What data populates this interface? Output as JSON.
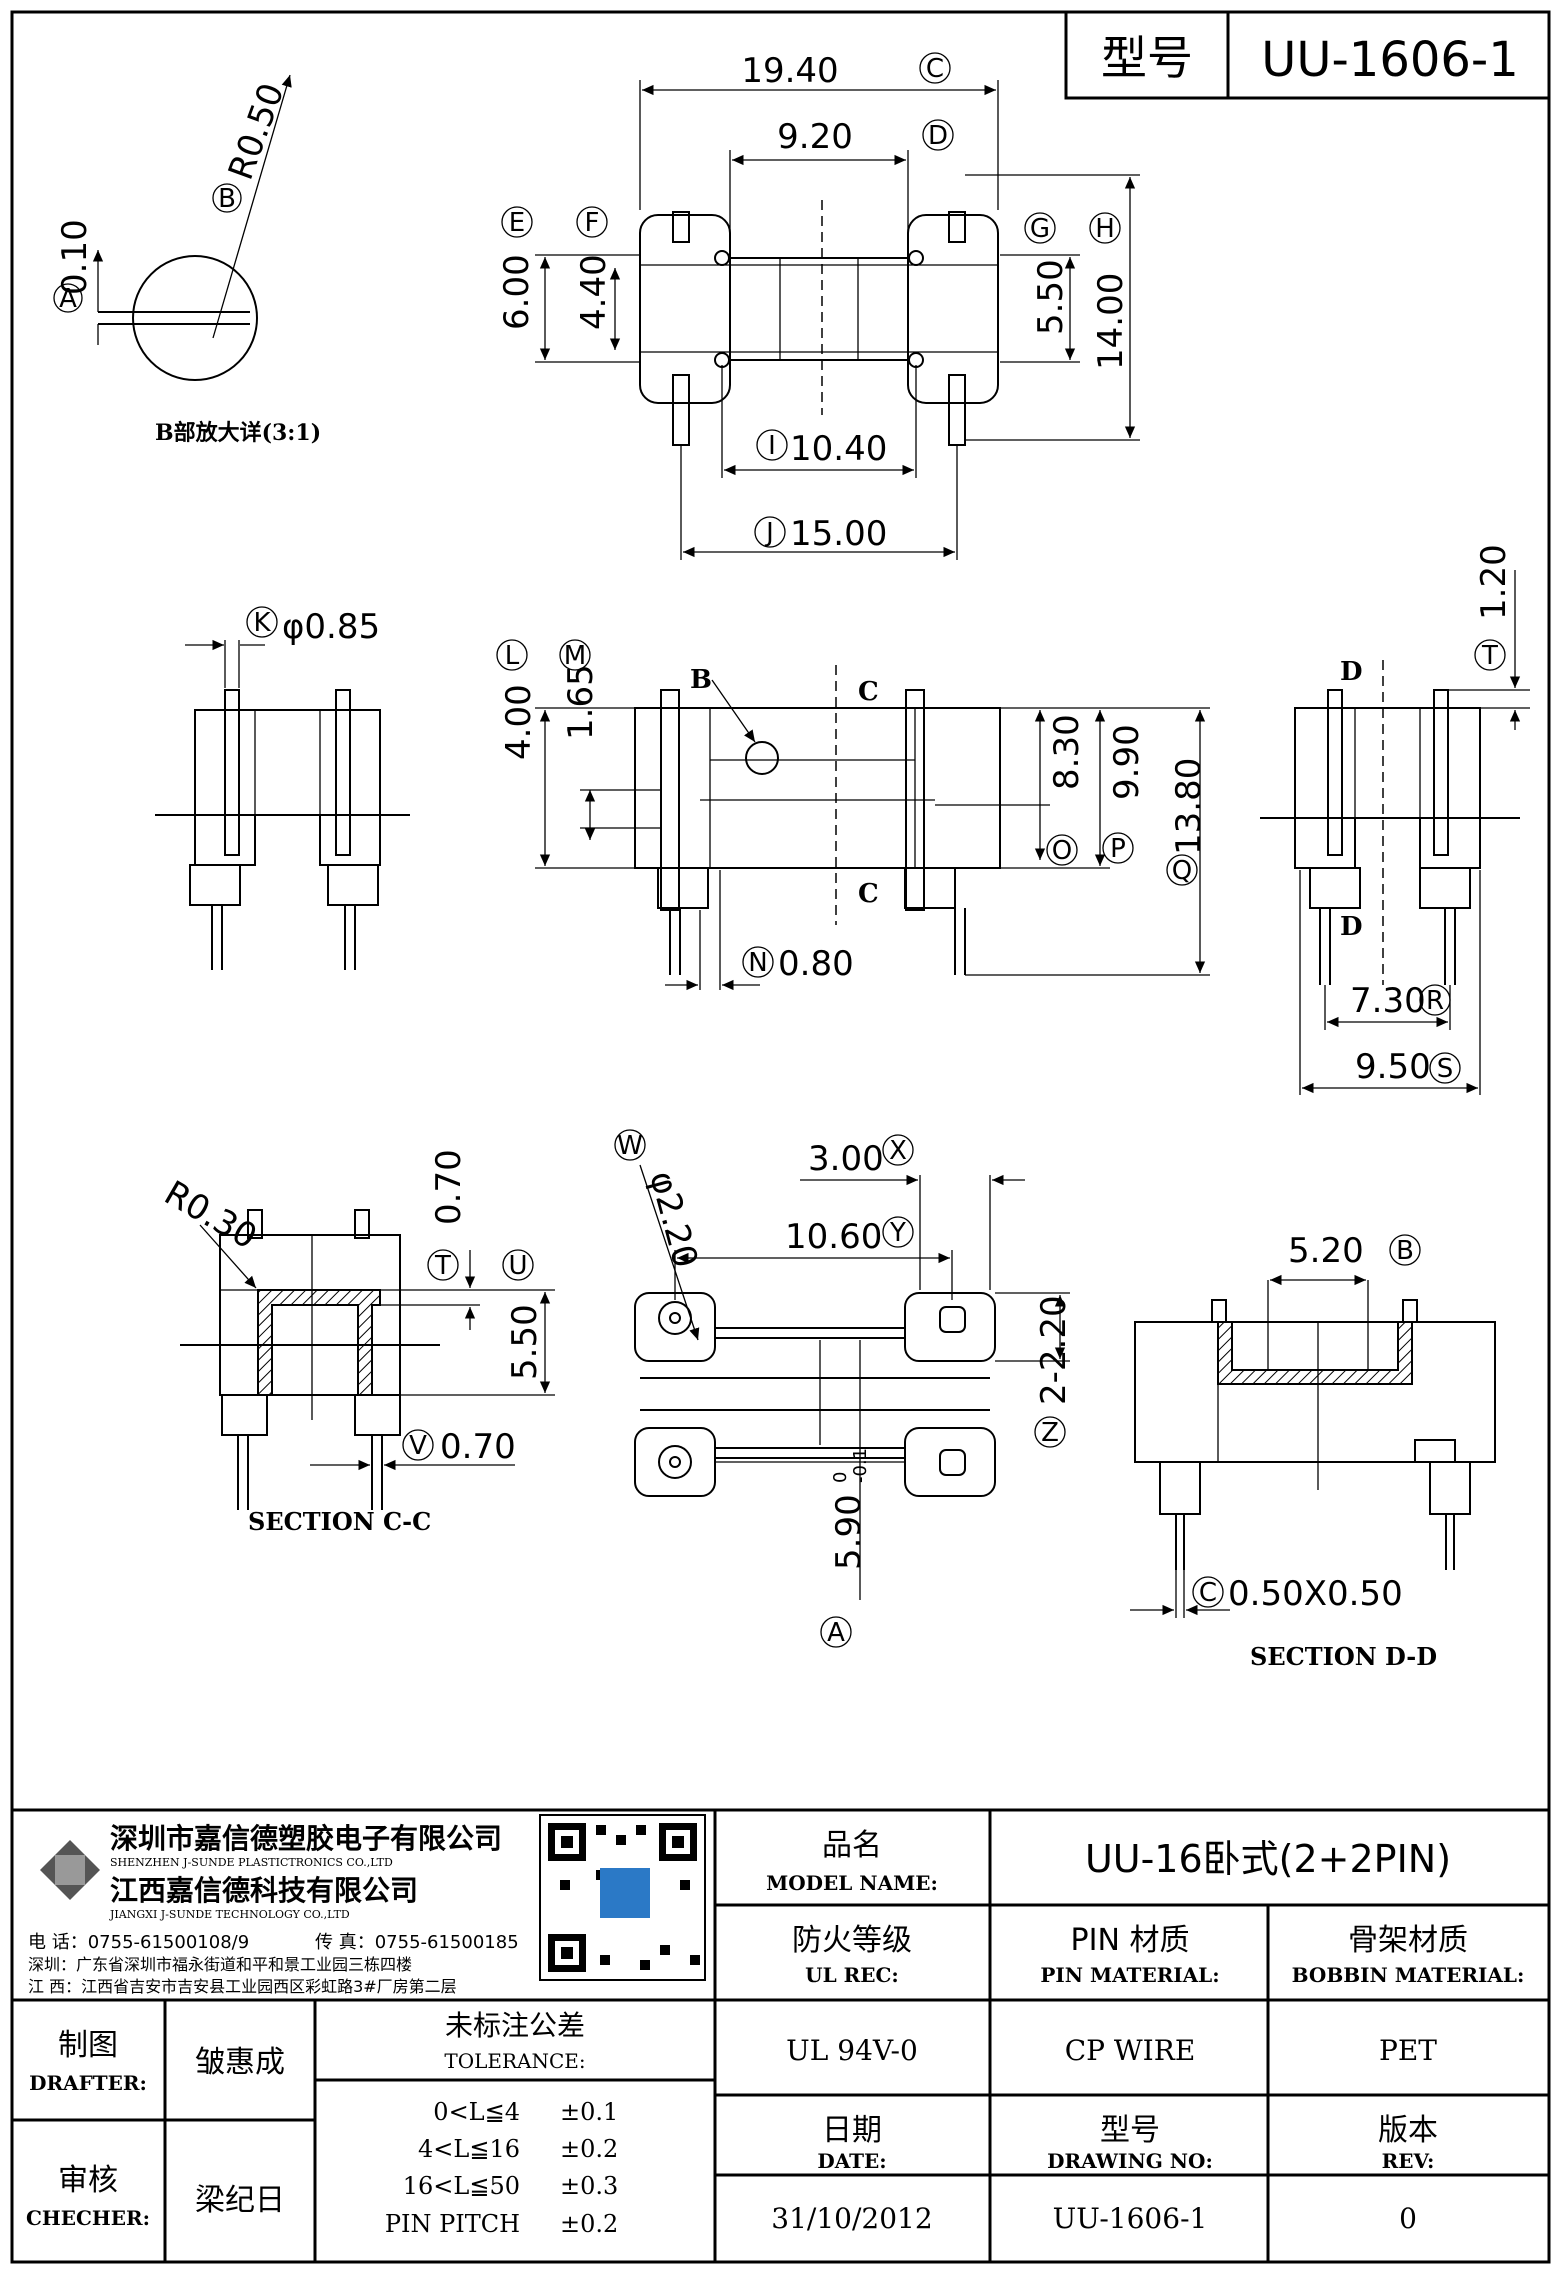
{
  "model_box": {
    "label": "型号",
    "value": "UU-1606-1"
  },
  "detail_b": {
    "title": "B部放大详(3:1)",
    "radius": "R0.50",
    "gap": "0.10",
    "mark_a": "A",
    "mark_b": "B"
  },
  "top_view": {
    "d_c": "19.40",
    "mark_c": "C",
    "d_d": "9.20",
    "mark_d": "D",
    "mark_e": "E",
    "mark_f": "F",
    "mark_g": "G",
    "mark_h": "H",
    "d_e": "6.00",
    "d_f": "4.40",
    "d_g": "5.50",
    "d_h": "14.00",
    "d_i": "10.40",
    "mark_i": "I",
    "d_j": "15.00",
    "mark_j": "J"
  },
  "side_view": {
    "d_k": "φ0.85",
    "mark_k": "K",
    "d_l": "4.00",
    "mark_l": "L",
    "d_m": "1.65",
    "mark_m": "M",
    "d_n": "0.80",
    "mark_n": "N",
    "d_o": "8.30",
    "mark_o": "O",
    "d_p": "9.90",
    "mark_p": "P",
    "d_q": "13.80",
    "mark_q": "Q",
    "label_b": "B",
    "label_c": "C"
  },
  "end_view": {
    "d_t": "1.20",
    "mark_t": "T",
    "d_r": "7.30",
    "mark_r": "R",
    "d_s": "9.50",
    "mark_s": "S",
    "label_d": "D"
  },
  "section_cc": {
    "title": "SECTION C-C",
    "radius": "R0.30",
    "d_t": "0.70",
    "mark_t": "T",
    "d_u": "5.50",
    "mark_u": "U",
    "d_v": "0.70",
    "mark_v": "V"
  },
  "bottom_view": {
    "d_w": "φ2.20",
    "mark_w": "W",
    "d_x": "3.00",
    "mark_x": "X",
    "d_y": "10.60",
    "mark_y": "Y",
    "d_z": "2-2.20",
    "mark_z": "Z",
    "d_a": "5.90",
    "tol_plus": "0",
    "tol_minus": "-0.1",
    "mark_a": "A"
  },
  "section_dd": {
    "title": "SECTION D-D",
    "d_b": "5.20",
    "mark_b": "B",
    "d_c": "0.50X0.50",
    "mark_c": "C"
  },
  "company": {
    "name_cn_1": "深圳市嘉信德塑胶电子有限公司",
    "name_en_1": "SHENZHEN J-SUNDE PLASTICTRONICS CO.,LTD",
    "name_cn_2": "江西嘉信德科技有限公司",
    "name_en_2": "JIANGXI J-SUNDE TECHNOLOGY CO.,LTD",
    "tel": "电 话：0755-61500108/9",
    "fax": "传 真：0755-61500185",
    "addr_sz": "深圳：广东省深圳市福永街道和平和景工业园三栋四楼",
    "addr_jx": "江 西：江西省吉安市吉安县工业园西区彩虹路3#厂房第二层"
  },
  "title_block": {
    "product_cn": "品名",
    "product_en": "MODEL NAME:",
    "product_value": "UU-16卧式(2+2PIN)",
    "ul_cn": "防火等级",
    "ul_en": "UL REC:",
    "ul_value": "UL 94V-0",
    "pin_cn": "PIN 材质",
    "pin_en": "PIN MATERIAL:",
    "pin_value": "CP WIRE",
    "bobbin_cn": "骨架材质",
    "bobbin_en": "BOBBIN MATERIAL:",
    "bobbin_value": "PET",
    "date_cn": "日期",
    "date_en": "DATE:",
    "date_value": "31/10/2012",
    "drawing_cn": "型号",
    "drawing_en": "DRAWING NO:",
    "drawing_value": "UU-1606-1",
    "rev_cn": "版本",
    "rev_en": "REV:",
    "rev_value": "0",
    "drafter_cn": "制图",
    "drafter_en": "DRAFTER:",
    "drafter_name": "皱惠成",
    "checker_cn": "审核",
    "checker_en": "CHECHER:",
    "checker_name": "梁纪日",
    "tol_cn": "未标注公差",
    "tol_en": "TOLERANCE:",
    "tolerances": [
      {
        "range": "0<L≦4",
        "value": "±0.1"
      },
      {
        "range": "4<L≦16",
        "value": "±0.2"
      },
      {
        "range": "16<L≦50",
        "value": "±0.3"
      },
      {
        "range": "PIN PITCH",
        "value": "±0.2"
      }
    ]
  }
}
